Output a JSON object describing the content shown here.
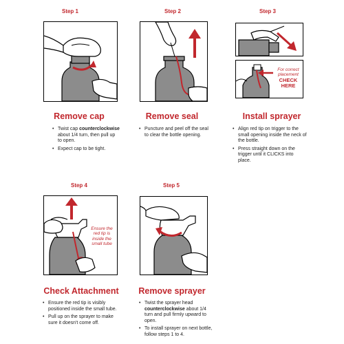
{
  "steps": [
    {
      "label": "Step 1",
      "title": "Remove cap",
      "bullets": [
        {
          "pre": "Twist cap ",
          "bold": "counterclockwise",
          "post": " about 1/4 turn, then pull up to open."
        },
        {
          "pre": "Expect cap to be tight.",
          "bold": "",
          "post": ""
        }
      ]
    },
    {
      "label": "Step 2",
      "title": "Remove seal",
      "bullets": [
        {
          "pre": "Puncture and peel off the seal to clear the bottle opening.",
          "bold": "",
          "post": ""
        }
      ]
    },
    {
      "label": "Step 3",
      "title": "Install sprayer",
      "callout": {
        "line1": "For correct",
        "line2": "placement",
        "strong1": "CHECK",
        "strong2": "HERE"
      },
      "bullets": [
        {
          "pre": "Align red tip on trigger to the small opening inside the neck of the bottle.",
          "bold": "",
          "post": ""
        },
        {
          "pre": "Press straight down on the trigger until it CLICKS into place.",
          "bold": "",
          "post": ""
        }
      ]
    },
    {
      "label": "Step 4",
      "title": "Check Attachment",
      "callout": {
        "line1": "Ensure the",
        "line2": "red tip is",
        "line3": "inside the",
        "line4": "small tube"
      },
      "bullets": [
        {
          "pre": "Ensure the red tip is visibly positioned inside the small tube.",
          "bold": "",
          "post": ""
        },
        {
          "pre": "Pull up on the sprayer to make sure it doesn't come off.",
          "bold": "",
          "post": ""
        }
      ]
    },
    {
      "label": "Step 5",
      "title": "Remove sprayer",
      "bullets": [
        {
          "pre": "Twist the sprayer head ",
          "bold": "counterclockwise",
          "post": " about 1/4 turn and pull firmly upward to open."
        },
        {
          "pre": "To install sprayer on next bottle, follow steps 1 to 4.",
          "bold": "",
          "post": ""
        }
      ]
    }
  ],
  "colors": {
    "accent": "#c1272d",
    "bottle": "#8c8c8c",
    "text": "#222222"
  }
}
